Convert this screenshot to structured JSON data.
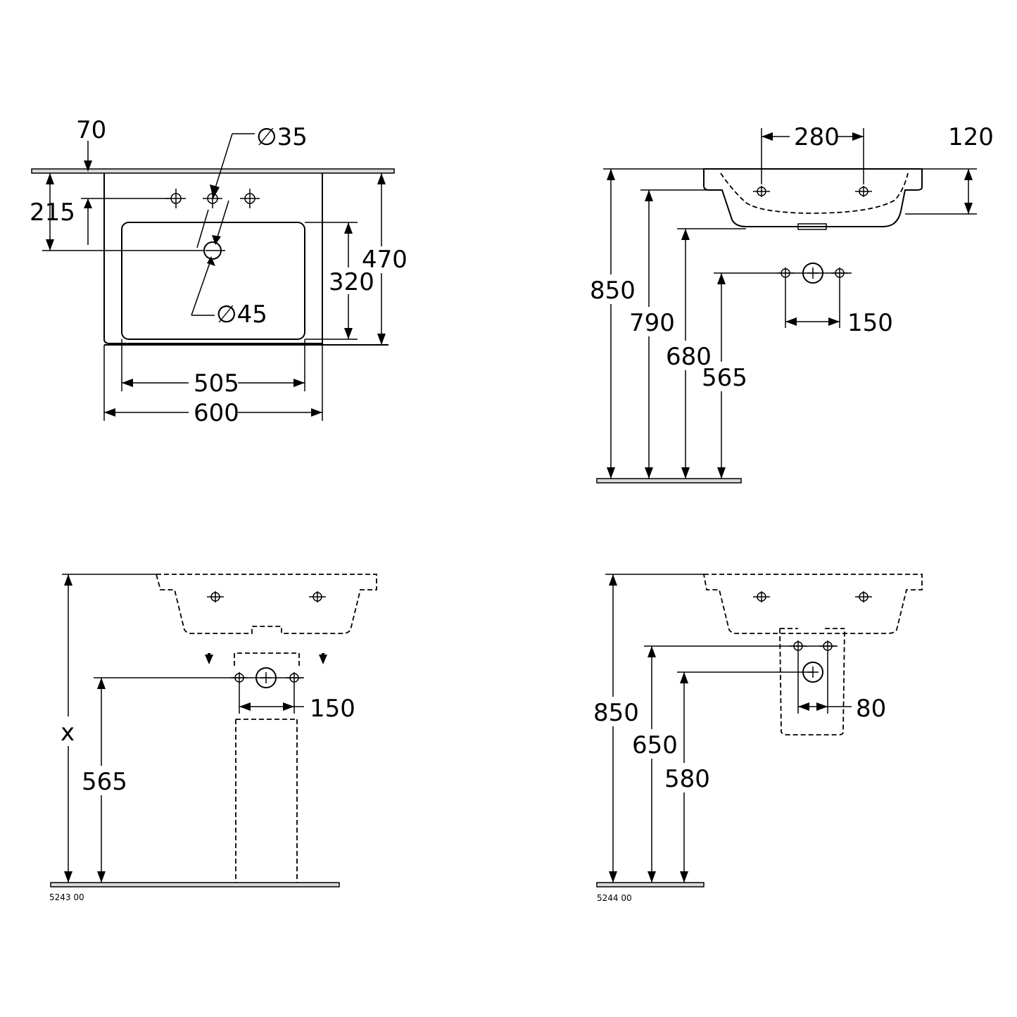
{
  "top_view": {
    "dim_70": "70",
    "dim_dia35": "∅35",
    "dim_215": "215",
    "dim_320": "320",
    "dim_470": "470",
    "dim_dia45": "∅45",
    "dim_505": "505",
    "dim_600": "600"
  },
  "side_view": {
    "dim_280": "280",
    "dim_120": "120",
    "dim_850": "850",
    "dim_790": "790",
    "dim_680": "680",
    "dim_565": "565",
    "dim_150": "150"
  },
  "front_view_a": {
    "dim_x": "x",
    "dim_565": "565",
    "dim_150": "150",
    "code": "5243 00"
  },
  "front_view_b": {
    "dim_850": "850",
    "dim_650": "650",
    "dim_580": "580",
    "dim_80": "80",
    "code": "5244 00"
  }
}
